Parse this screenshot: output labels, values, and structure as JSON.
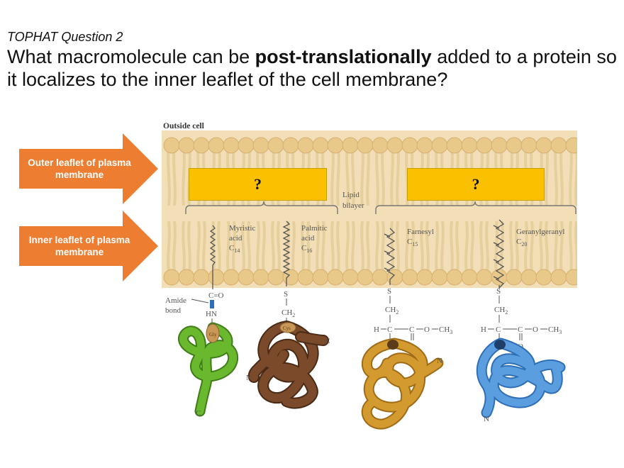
{
  "question": {
    "label": "TOPHAT Question 2",
    "text_before": "What macromolecule can be ",
    "text_bold": "post-translationally",
    "text_after": " added to a protein so it localizes to the inner leaflet of the cell membrane?"
  },
  "arrows": {
    "outer": "Outer leaflet of plasma membrane",
    "inner": "Inner leaflet of plasma membrane",
    "color": "#ed7d31"
  },
  "answer_boxes": {
    "left": "?",
    "right": "?",
    "color": "#fbc000"
  },
  "figure": {
    "outside_cell": "Outside cell",
    "lipid_bilayer": [
      "Lipid",
      "bilayer"
    ],
    "myristic": {
      "name": [
        "Myristic",
        "acid"
      ],
      "c": "C",
      "sub": "14"
    },
    "palmitic": {
      "name": [
        "Palmitic",
        "acid"
      ],
      "c": "C",
      "sub": "16"
    },
    "farnesyl": {
      "name": "Farnesyl",
      "c": "C",
      "sub": "15"
    },
    "geranylgeranyl": {
      "name": "Geranylgeranyl",
      "c": "C",
      "sub": "20"
    },
    "amide_bond": [
      "Amide",
      "bond"
    ],
    "chem": {
      "c_eq_o": "C=O",
      "hn": "HN",
      "s": "S",
      "ch2": "CH",
      "sub2": "2",
      "h": "H",
      "c": "C",
      "o": "O",
      "ch3": "CH",
      "sub3": "3",
      "n": "N",
      "gly": "Gly",
      "cys": "Cys"
    },
    "termini": {
      "n": "N",
      "c": "C"
    },
    "colors": {
      "membrane": "#f3dfb7",
      "head": "#e8c98a",
      "head_edge": "#d6b072",
      "green": "#6ab82e",
      "brown": "#7a4a2a",
      "gold": "#d39a30",
      "blue": "#5a9ee0"
    }
  }
}
